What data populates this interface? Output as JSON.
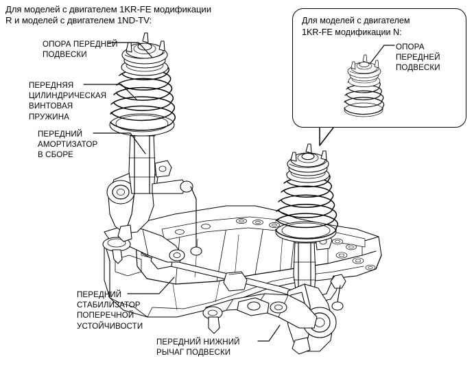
{
  "document": {
    "type": "technical-illustration",
    "subject": "front-suspension-assembly",
    "title": "Для моделей с двигателем 1KR-FE модификации\nR и моделей с двигателем 1ND-TV:"
  },
  "labels": {
    "mount": "ОПОРА ПЕРЕДНЕЙ\nПОДВЕСКИ",
    "spring": "ПЕРЕДНЯЯ\nЦИЛИНДРИЧЕСКАЯ\nВИНТОВАЯ\nПРУЖИНА",
    "absorber": "ПЕРЕДНИЙ\nАМОРТИЗАТОР\nВ СБОРЕ",
    "stabilizer": "ПЕРЕДНИЙ\nСТАБИЛИЗАТОР\nПОПЕРЕЧНОЙ\nУСТОЙЧИВОСТИ",
    "lower_arm": "ПЕРЕДНИЙ НИЖНИЙ\nРЫЧАГ ПОДВЕСКИ"
  },
  "inset": {
    "title": "Для моделей с двигателем\n1KR-FE модификации N:",
    "label": "ОПОРА\nПЕРЕДНЕЙ\nПОДВЕСКИ"
  },
  "colors": {
    "ink": "#000000",
    "paper": "#ffffff"
  }
}
